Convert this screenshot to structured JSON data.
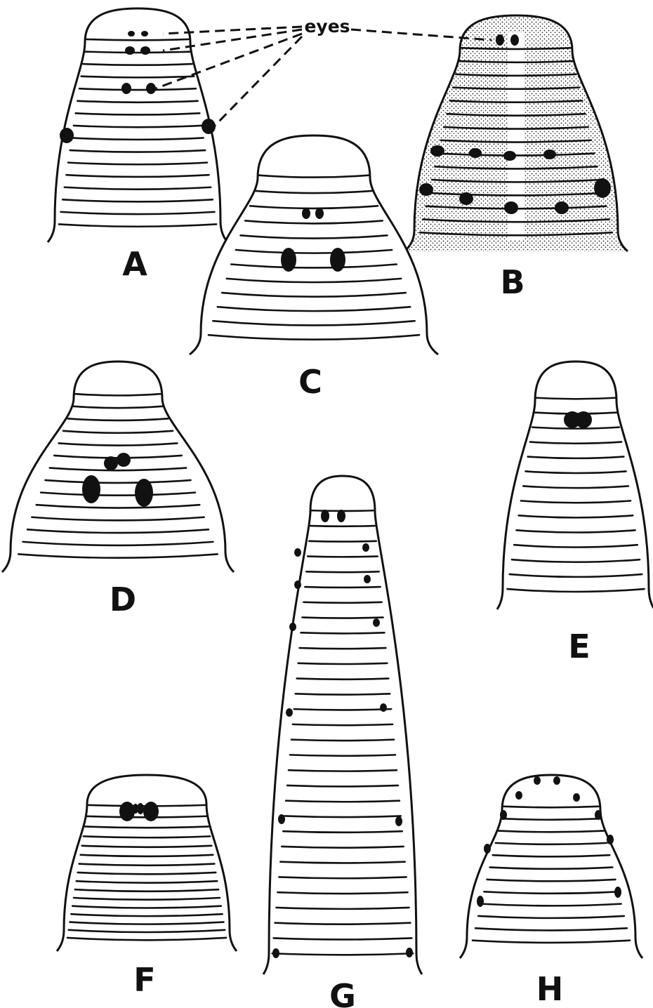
{
  "callout": {
    "text": "eyes"
  },
  "panels": [
    {
      "id": "A",
      "label": "A"
    },
    {
      "id": "B",
      "label": "B"
    },
    {
      "id": "C",
      "label": "C"
    },
    {
      "id": "D",
      "label": "D"
    },
    {
      "id": "E",
      "label": "E"
    },
    {
      "id": "F",
      "label": "F"
    },
    {
      "id": "G",
      "label": "G"
    },
    {
      "id": "H",
      "label": "H"
    }
  ],
  "colors": {
    "ink": "#111111",
    "paper": "#ffffff"
  }
}
